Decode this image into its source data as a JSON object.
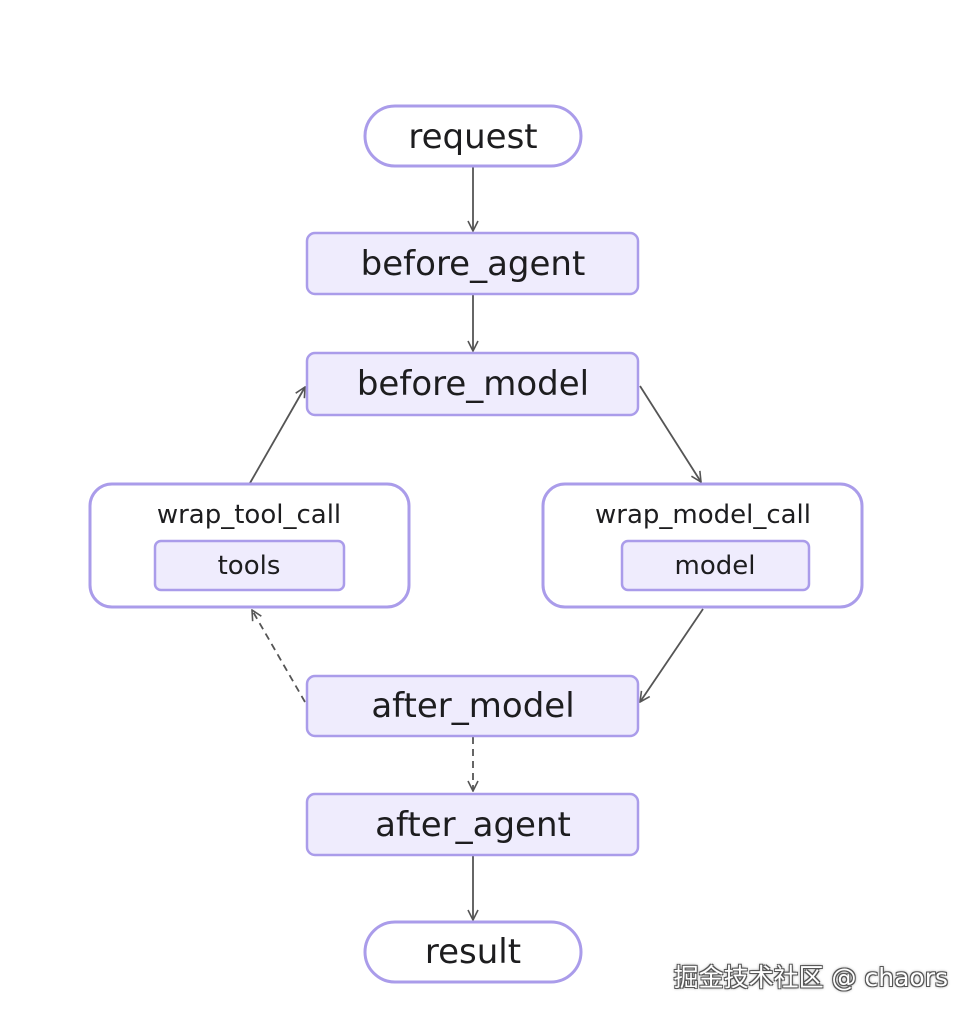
{
  "diagram": {
    "nodes": {
      "request": "request",
      "before_agent": "before_agent",
      "before_model": "before_model",
      "wrap_tool_call": "wrap_tool_call",
      "tools": "tools",
      "wrap_model_call": "wrap_model_call",
      "model": "model",
      "after_model": "after_model",
      "after_agent": "after_agent",
      "result": "result"
    },
    "edges": [
      {
        "from": "request",
        "to": "before_agent",
        "style": "solid"
      },
      {
        "from": "before_agent",
        "to": "before_model",
        "style": "solid"
      },
      {
        "from": "before_model",
        "to": "wrap_model_call",
        "style": "solid"
      },
      {
        "from": "wrap_model_call",
        "to": "after_model",
        "style": "solid"
      },
      {
        "from": "after_model",
        "to": "wrap_tool_call",
        "style": "dashed"
      },
      {
        "from": "wrap_tool_call",
        "to": "before_model",
        "style": "solid"
      },
      {
        "from": "after_model",
        "to": "after_agent",
        "style": "dashed"
      },
      {
        "from": "after_agent",
        "to": "result",
        "style": "solid"
      }
    ],
    "colors": {
      "node_fill": "#efecfd",
      "node_stroke": "#aa9cea",
      "group_fill": "#ffffff",
      "arrow": "#555555"
    }
  },
  "watermark": "掘金技术社区 @ chaors"
}
